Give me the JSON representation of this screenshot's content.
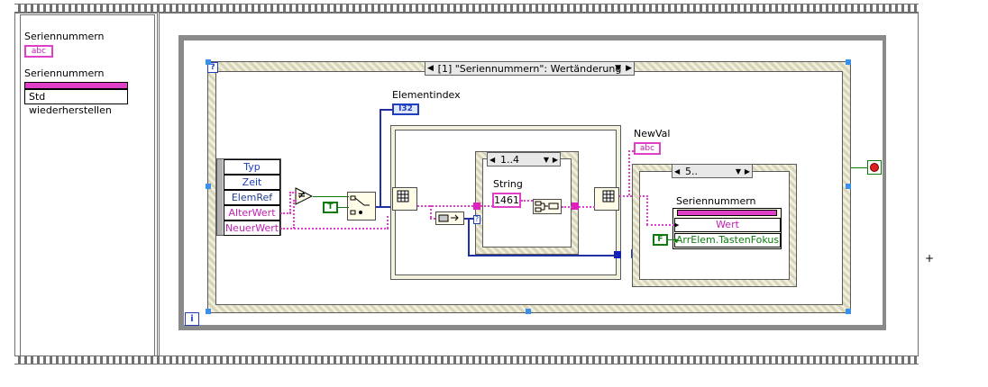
{
  "front_panel": {
    "control1": {
      "label": "Seriennummern",
      "terminal": "abc"
    },
    "control2": {
      "label": "Seriennummern",
      "item": "Std wiederherstellen"
    }
  },
  "event_structure": {
    "case_label": "[1] \"Seriennummern\": Wertänderung",
    "event_data": [
      "Typ",
      "Zeit",
      "ElemRef",
      "AlterWert",
      "NeuerWert"
    ],
    "info_icon": "i",
    "corner_icon": "?"
  },
  "diagram": {
    "element_index_label": "Elementindex",
    "element_index_terminal": "I32",
    "newval_label": "NewVal",
    "newval_terminal": "abc",
    "inner_case": {
      "selector": "1..4"
    },
    "string_label": "String",
    "string_const": "1461",
    "outer_case2": {
      "selector": "5.."
    },
    "property_node": {
      "label": "Seriennummern",
      "props": [
        "Wert",
        "ArrElem.TastenFokus"
      ]
    },
    "false_const": "F",
    "true_const": "T",
    "not_equal_symbol": "≠"
  },
  "colors": {
    "string_pink": "#e040c8",
    "int_blue": "#1f3fbf",
    "bool_green": "#0d7a0d",
    "handle_blue": "#3a90e8"
  }
}
